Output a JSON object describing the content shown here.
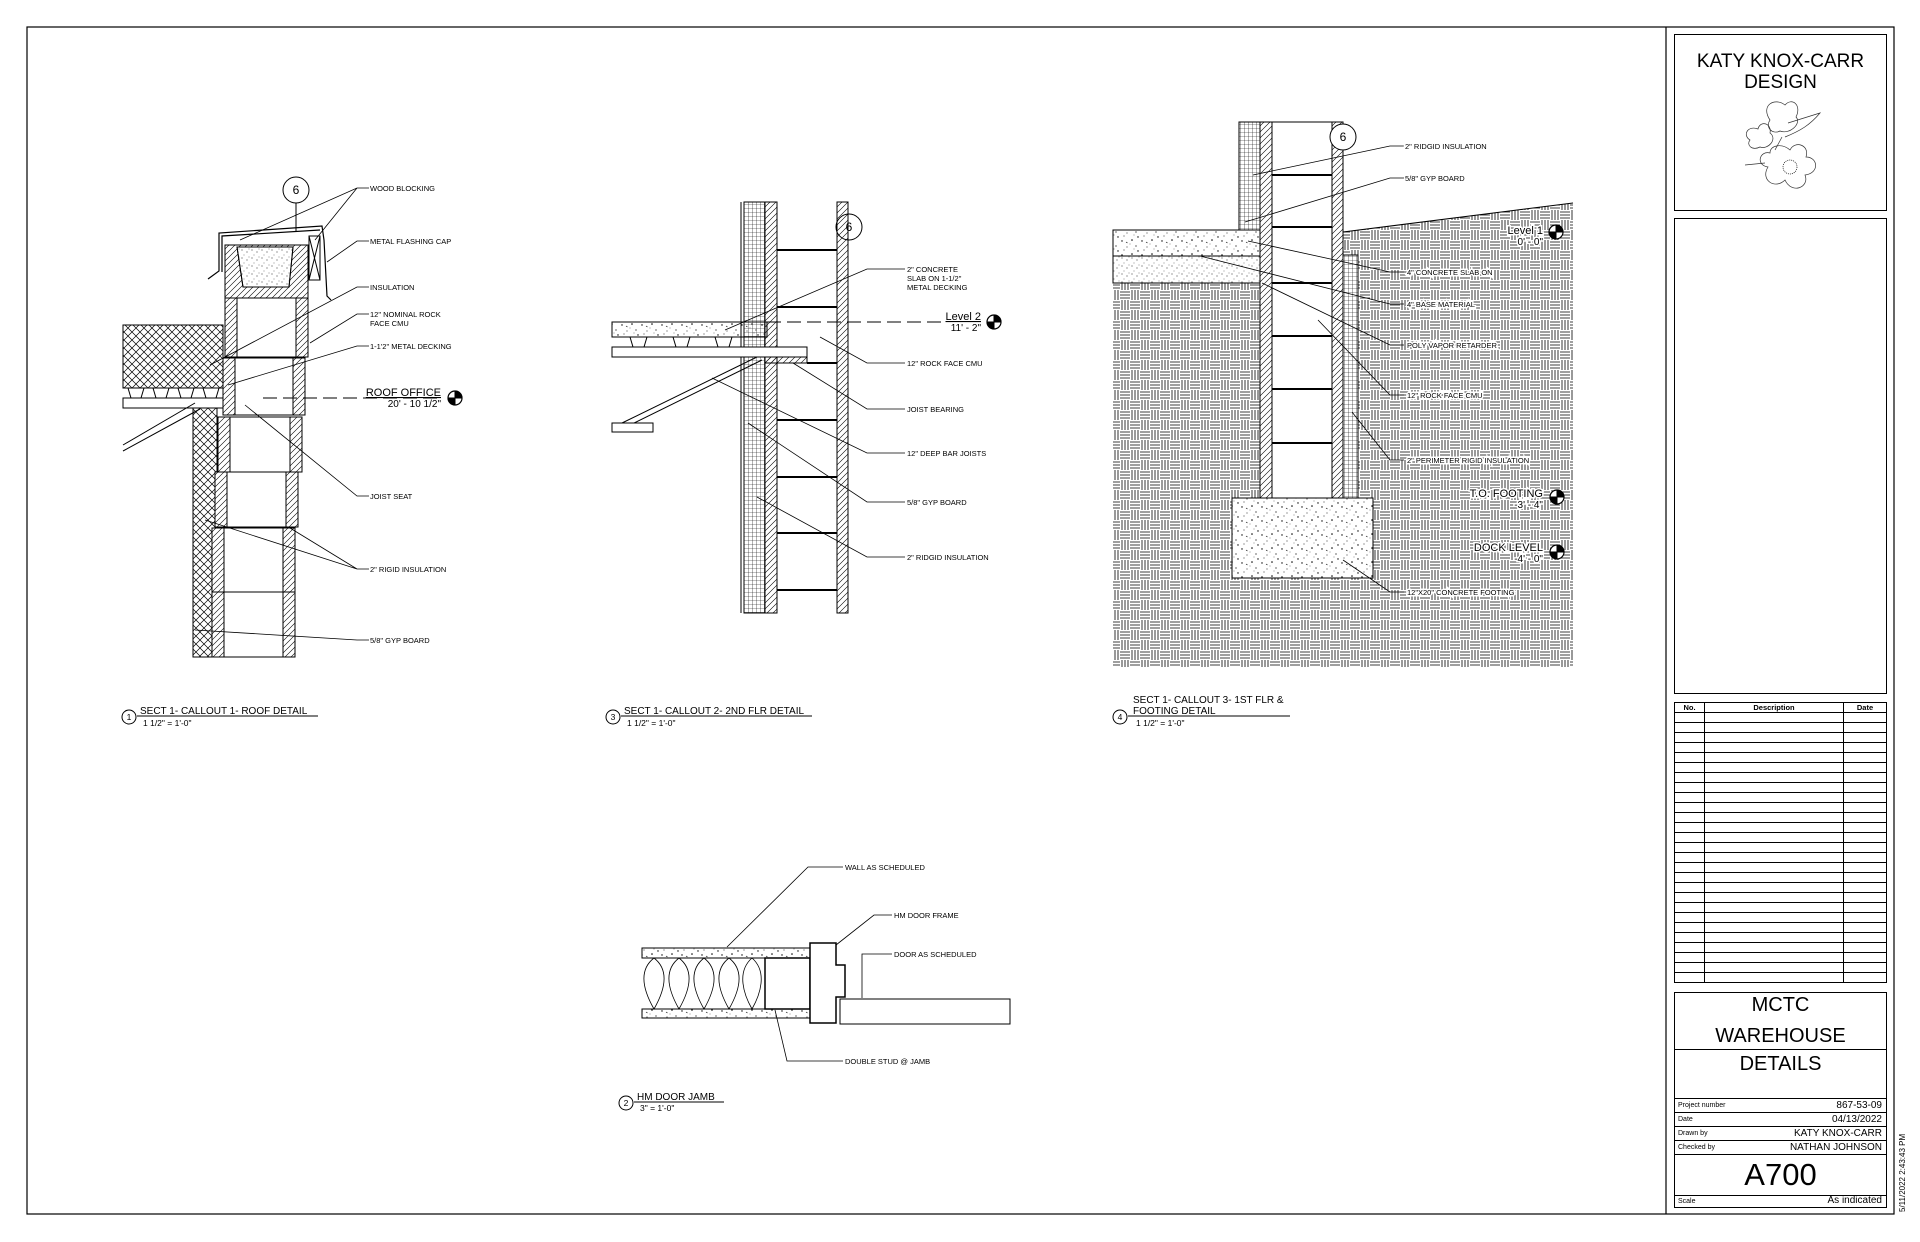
{
  "details": {
    "roof": {
      "tag": "6",
      "labels": [
        "WOOD BLOCKING",
        "METAL FLASHING CAP",
        "INSULATION",
        "12\" NOMINAL ROCK",
        "FACE CMU",
        "1-1'2\" METAL DECKING",
        "JOIST SEAT",
        "2\" RIGID INSULATION",
        "5/8\" GYP BOARD"
      ],
      "level_name": "ROOF OFFICE",
      "level_elev": "20' - 10 1/2\"",
      "title_num": "1",
      "title": "SECT 1- CALLOUT 1- ROOF DETAIL",
      "scale": "1 1/2\" = 1'-0\""
    },
    "floor2": {
      "tag": "6",
      "labels": [
        "2\" CONCRETE",
        "SLAB ON 1-1/2\"",
        "METAL DECKING",
        "12\" ROCK FACE CMU",
        "JOIST BEARING",
        "12\" DEEP BAR JOISTS",
        "5/8\" GYP BOARD",
        "2\" RIDGID INSULATION"
      ],
      "level_name": "Level 2",
      "level_elev": "11' - 2\"",
      "title_num": "3",
      "title": "SECT 1- CALLOUT 2- 2ND FLR DETAIL",
      "scale": "1 1/2\" = 1'-0\""
    },
    "footing": {
      "tag": "6",
      "labels": [
        "2\" RIDGID INSULATION",
        "5/8\" GYP BOARD",
        "4\" CONCRETE SLAB ON",
        "4\" BASE MATERIAL",
        "POLY VAPOR RETARDER",
        "12\" ROCK FACE CMU",
        "2\" PERIMETER RIGID INSULATION",
        "12\"X20\" CONCRETE FOOTING"
      ],
      "levels": [
        {
          "name": "Level 1",
          "elev": "0' - 0\""
        },
        {
          "name": "T.O. FOOTING",
          "elev": "-3' - 4\""
        },
        {
          "name": "DOCK LEVEL",
          "elev": "-4' - 0\""
        }
      ],
      "title_num": "4",
      "title_line1": "SECT 1- CALLOUT 3- 1ST FLR &",
      "title_line2": "FOOTING DETAIL",
      "scale": "1 1/2\" = 1'-0\""
    },
    "door": {
      "labels": [
        "WALL AS SCHEDULED",
        "HM DOOR FRAME",
        "DOOR AS SCHEDULED",
        "DOUBLE STUD @ JAMB"
      ],
      "title_num": "2",
      "title": "HM DOOR JAMB",
      "scale": "3\" = 1'-0\""
    }
  },
  "title_block": {
    "firm_line1": "KATY KNOX-CARR",
    "firm_line2": "DESIGN",
    "revisions": {
      "headers": [
        "No.",
        "Description",
        "Date"
      ]
    },
    "project_title": [
      "MCTC",
      "WAREHOUSE",
      "DETAILS"
    ],
    "fields": [
      {
        "label": "Project number",
        "value": "867-53-09"
      },
      {
        "label": "Date",
        "value": "04/13/2022"
      },
      {
        "label": "Drawn by",
        "value": "KATY KNOX-CARR"
      },
      {
        "label": "Checked by",
        "value": "NATHAN JOHNSON"
      }
    ],
    "sheet_number": "A700",
    "scale_label": "Scale",
    "scale_value": "As indicated"
  },
  "timestamp": "5/11/2022 2:43:43 PM"
}
